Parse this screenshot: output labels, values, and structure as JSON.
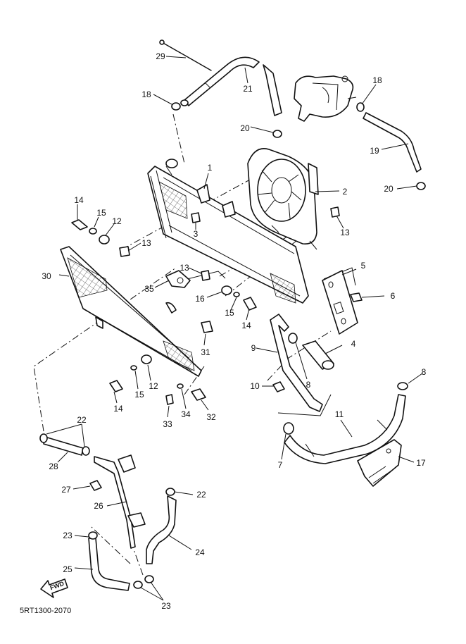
{
  "diagram_code": "5RT1300-2070",
  "fwd_label": "FWD",
  "callouts": [
    "1",
    "2",
    "3",
    "4",
    "5",
    "6",
    "7",
    "8",
    "9",
    "10",
    "11",
    "12",
    "13",
    "14",
    "15",
    "16",
    "17",
    "18",
    "19",
    "20",
    "21",
    "22",
    "23",
    "24",
    "25",
    "26",
    "27",
    "28",
    "29",
    "30",
    "31",
    "32",
    "33",
    "34",
    "35"
  ]
}
